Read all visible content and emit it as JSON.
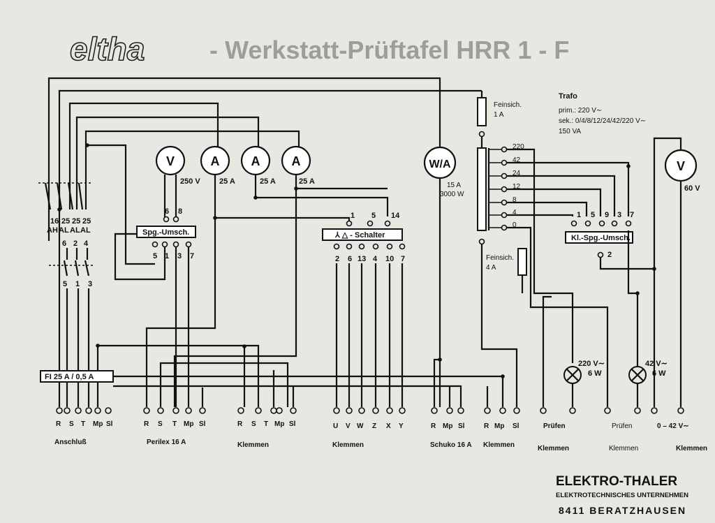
{
  "title": {
    "logo": "eltha",
    "text": "- Werkstatt-Prüftafel HRR 1 - F"
  },
  "meters": [
    {
      "id": "m1",
      "symbol": "V",
      "rating": "250 V"
    },
    {
      "id": "m2",
      "symbol": "A",
      "rating": "25 A"
    },
    {
      "id": "m3",
      "symbol": "A",
      "rating": "25 A"
    },
    {
      "id": "m4",
      "symbol": "A",
      "rating": "25 A"
    },
    {
      "id": "m5",
      "symbol": "W/A",
      "rating": "15 A",
      "rating2": "3000 W"
    },
    {
      "id": "m6",
      "symbol": "V",
      "rating": "60 V"
    }
  ],
  "switch_boxes": {
    "spg": "Spg.-Umsch.",
    "stern": "⅄ △ - Schalter",
    "kl": "Kl.-Spg.-Umsch.",
    "fi": "FI  25 A / 0,5 A"
  },
  "fuses": {
    "f1": [
      "Feinsich.",
      "1 A"
    ],
    "f2": [
      "Feinsich.",
      "4 A"
    ]
  },
  "trafo": {
    "title": "Trafo",
    "prim": "prim.:  220 V∼",
    "sek": "sek.:   0/4/8/12/24/42/220 V∼",
    "va": "150 VA"
  },
  "taps": [
    "220",
    "42",
    "24",
    "12",
    "8",
    "4",
    "0"
  ],
  "pin_labels": {
    "contactor_top": [
      "16",
      "25",
      "25",
      "25"
    ],
    "contactor_mid": [
      "AH",
      "AL",
      "AL",
      "AL"
    ],
    "contactor_lower": [
      "6",
      "2",
      "4"
    ],
    "anschluss_top": [
      "5",
      "1",
      "3"
    ],
    "spg_top": [
      "6",
      "8"
    ],
    "spg_bottom": [
      "5",
      "1",
      "3",
      "7"
    ],
    "stern_top": [
      "1",
      "5",
      "14"
    ],
    "stern_bottom": [
      "2",
      "6",
      "13",
      "4",
      "10",
      "7"
    ],
    "kl_top": [
      "1",
      "5",
      "9",
      "3",
      "7"
    ],
    "kl_bottom": [
      "2"
    ]
  },
  "lamps": [
    {
      "id": "l1",
      "text": "220 V∼",
      "sub": "6 W"
    },
    {
      "id": "l2",
      "text": "42 V∼",
      "sub": "6 W"
    }
  ],
  "terminal_groups": [
    {
      "id": "g1",
      "labels": [
        "R",
        "S",
        "T",
        "Mp",
        "Sl"
      ],
      "name": "Anschluß"
    },
    {
      "id": "g2",
      "labels": [
        "R",
        "S",
        "T",
        "Mp",
        "Sl"
      ],
      "name": "Perilex 16 A"
    },
    {
      "id": "g3",
      "labels": [
        "R",
        "S",
        "T",
        "Mp",
        "Sl"
      ],
      "name": "Klemmen"
    },
    {
      "id": "g4",
      "labels": [
        "U",
        "V",
        "W",
        "Z",
        "X",
        "Y"
      ],
      "name": "Klemmen"
    },
    {
      "id": "g5",
      "labels": [
        "R",
        "Mp",
        "Sl"
      ],
      "name": "Schuko 16 A"
    },
    {
      "id": "g6",
      "labels": [
        "R",
        "Mp",
        "Sl"
      ],
      "name": "Klemmen"
    },
    {
      "id": "g7",
      "labels": [],
      "name": "Prüfen",
      "name2": "Klemmen"
    },
    {
      "id": "g8",
      "labels": [],
      "name": "Prüfen",
      "name2": "Klemmen"
    },
    {
      "id": "g9",
      "labels": [
        "0 – 42 V∼"
      ],
      "name": "Klemmen"
    }
  ],
  "company": {
    "name": "ELEKTRO-THALER",
    "sub": "ELEKTROTECHNISCHES UNTERNEHMEN",
    "address": "8411 BERATZHAUSEN"
  }
}
